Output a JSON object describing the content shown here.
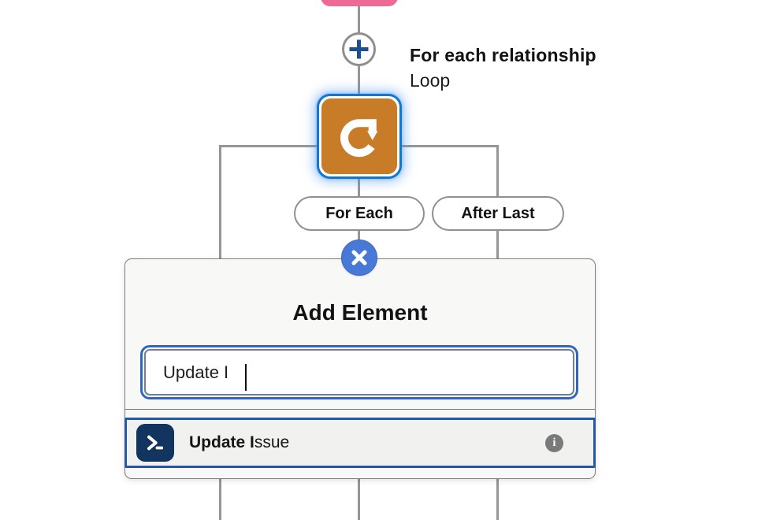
{
  "flow": {
    "loop_node": {
      "title": "For each relationship",
      "subtitle": "Loop",
      "color": "#C87C28",
      "selection_color": "#0F78D3",
      "icon": "loop-icon"
    },
    "parent_node": {
      "color": "#ED6A94"
    },
    "add_button": {
      "icon": "plus-icon",
      "plus_color": "#1B4F8F"
    },
    "branches": [
      {
        "label": "For Each"
      },
      {
        "label": "After Last"
      }
    ],
    "connector_color": "#969696"
  },
  "popup": {
    "title": "Add Element",
    "close_button": {
      "icon": "close-x-icon",
      "color": "#4879D6"
    },
    "search": {
      "value": "Update I",
      "placeholder": ""
    },
    "results": [
      {
        "label_match": "Update I",
        "label_rest": "ssue",
        "icon": "apex-terminal-icon",
        "icon_color": "#12355F",
        "info_icon": "info-icon",
        "selected_border_color": "#2457A7"
      }
    ]
  }
}
